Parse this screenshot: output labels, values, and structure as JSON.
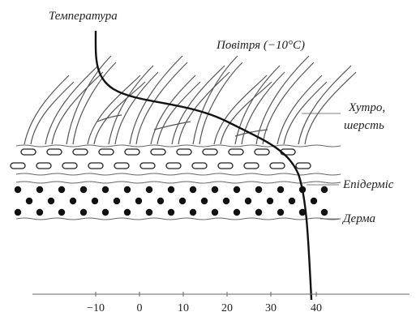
{
  "labels": {
    "temperature": "Температура",
    "air": "Повітря (−10°C)",
    "fur_line1": "Хутро,",
    "fur_line2": "шерсть",
    "epidermis": "Епідерміс",
    "dermis": "Дерма"
  },
  "axis": {
    "ticks": [
      "−10",
      "0",
      "10",
      "20",
      "30",
      "40"
    ]
  },
  "colors": {
    "ink": "#222222",
    "hair": "#555555",
    "dots": "#111111"
  }
}
